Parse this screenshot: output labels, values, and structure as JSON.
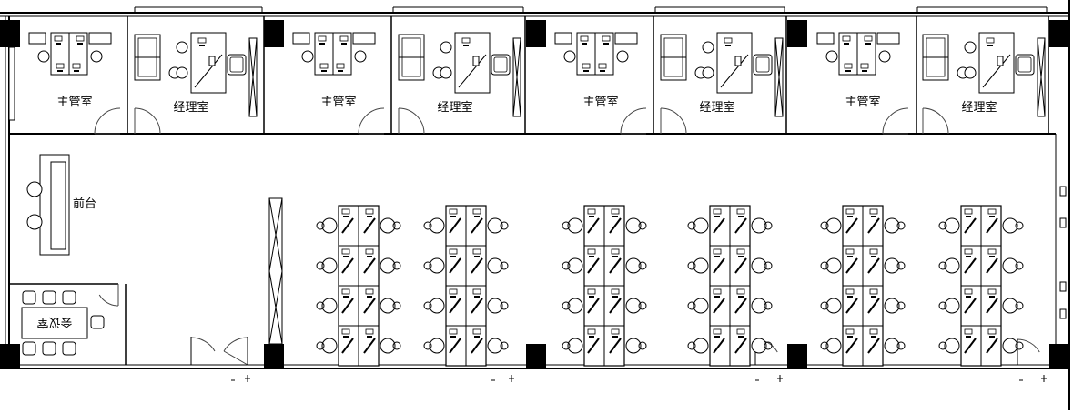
{
  "plan": {
    "top_rooms": [
      {
        "type": "supervisor",
        "label": "主管室"
      },
      {
        "type": "manager",
        "label": "经理室"
      },
      {
        "type": "supervisor",
        "label": "主管室"
      },
      {
        "type": "manager",
        "label": "经理室"
      },
      {
        "type": "supervisor",
        "label": "主管室"
      },
      {
        "type": "manager",
        "label": "经理室"
      },
      {
        "type": "supervisor",
        "label": "主管室"
      },
      {
        "type": "manager",
        "label": "经理室"
      }
    ],
    "reception_label": "前台",
    "meeting_room_label": "会议室",
    "workstation_clusters": 6,
    "workstation_rows_per_cluster": 4,
    "colors": {
      "line": "#000000",
      "wall": "#000000",
      "background": "#ffffff",
      "door": "#444444"
    }
  }
}
